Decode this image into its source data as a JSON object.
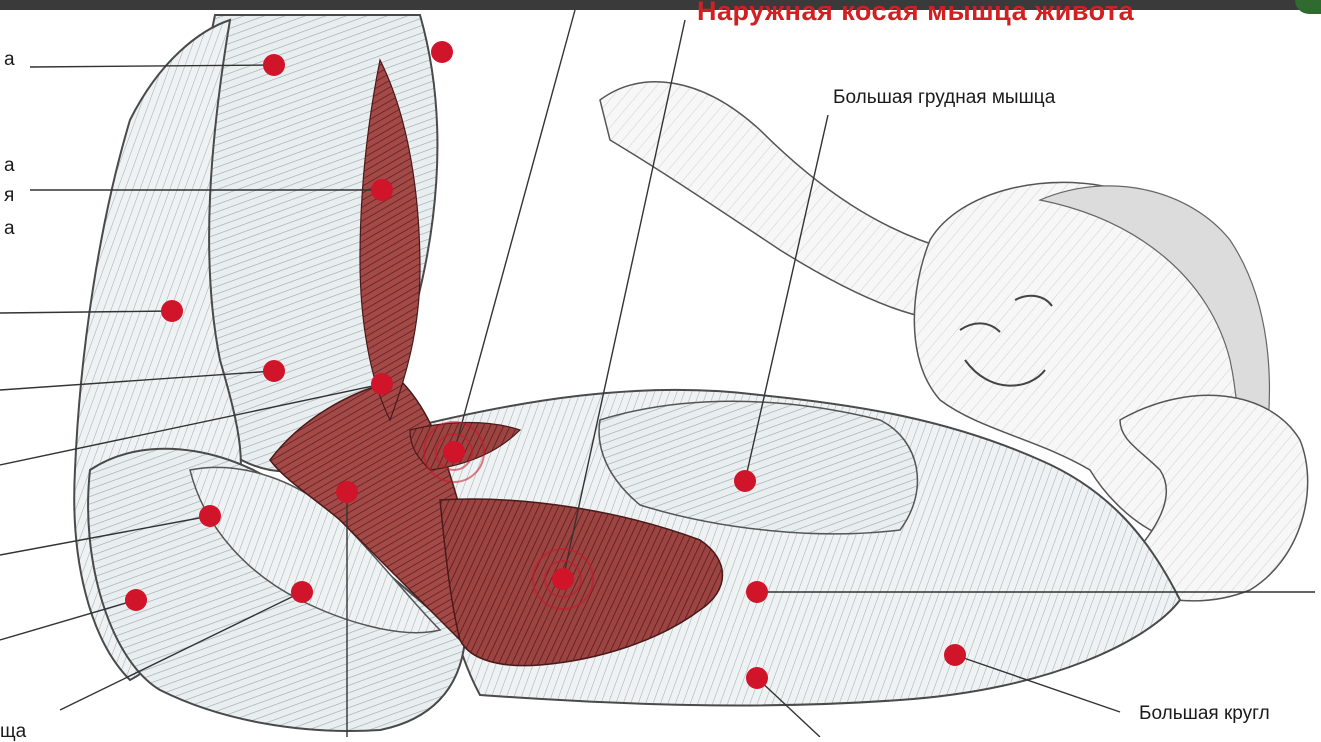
{
  "figure": {
    "title_text": "Наружная косая мышца живота",
    "labels": {
      "top_left_fragment": "а",
      "left_fragment_a2": "а",
      "left_fragment_ya": "я",
      "left_fragment_a3": "а",
      "bottom_left_fragment": "ща",
      "pectoralis_major": "Большая грудная мышца",
      "teres_major": "Большая кругл"
    },
    "colors": {
      "marker": "#d0142a",
      "title": "#d21f22",
      "muscle_highlight": "#8e3b3b",
      "ink": "#333333"
    }
  }
}
